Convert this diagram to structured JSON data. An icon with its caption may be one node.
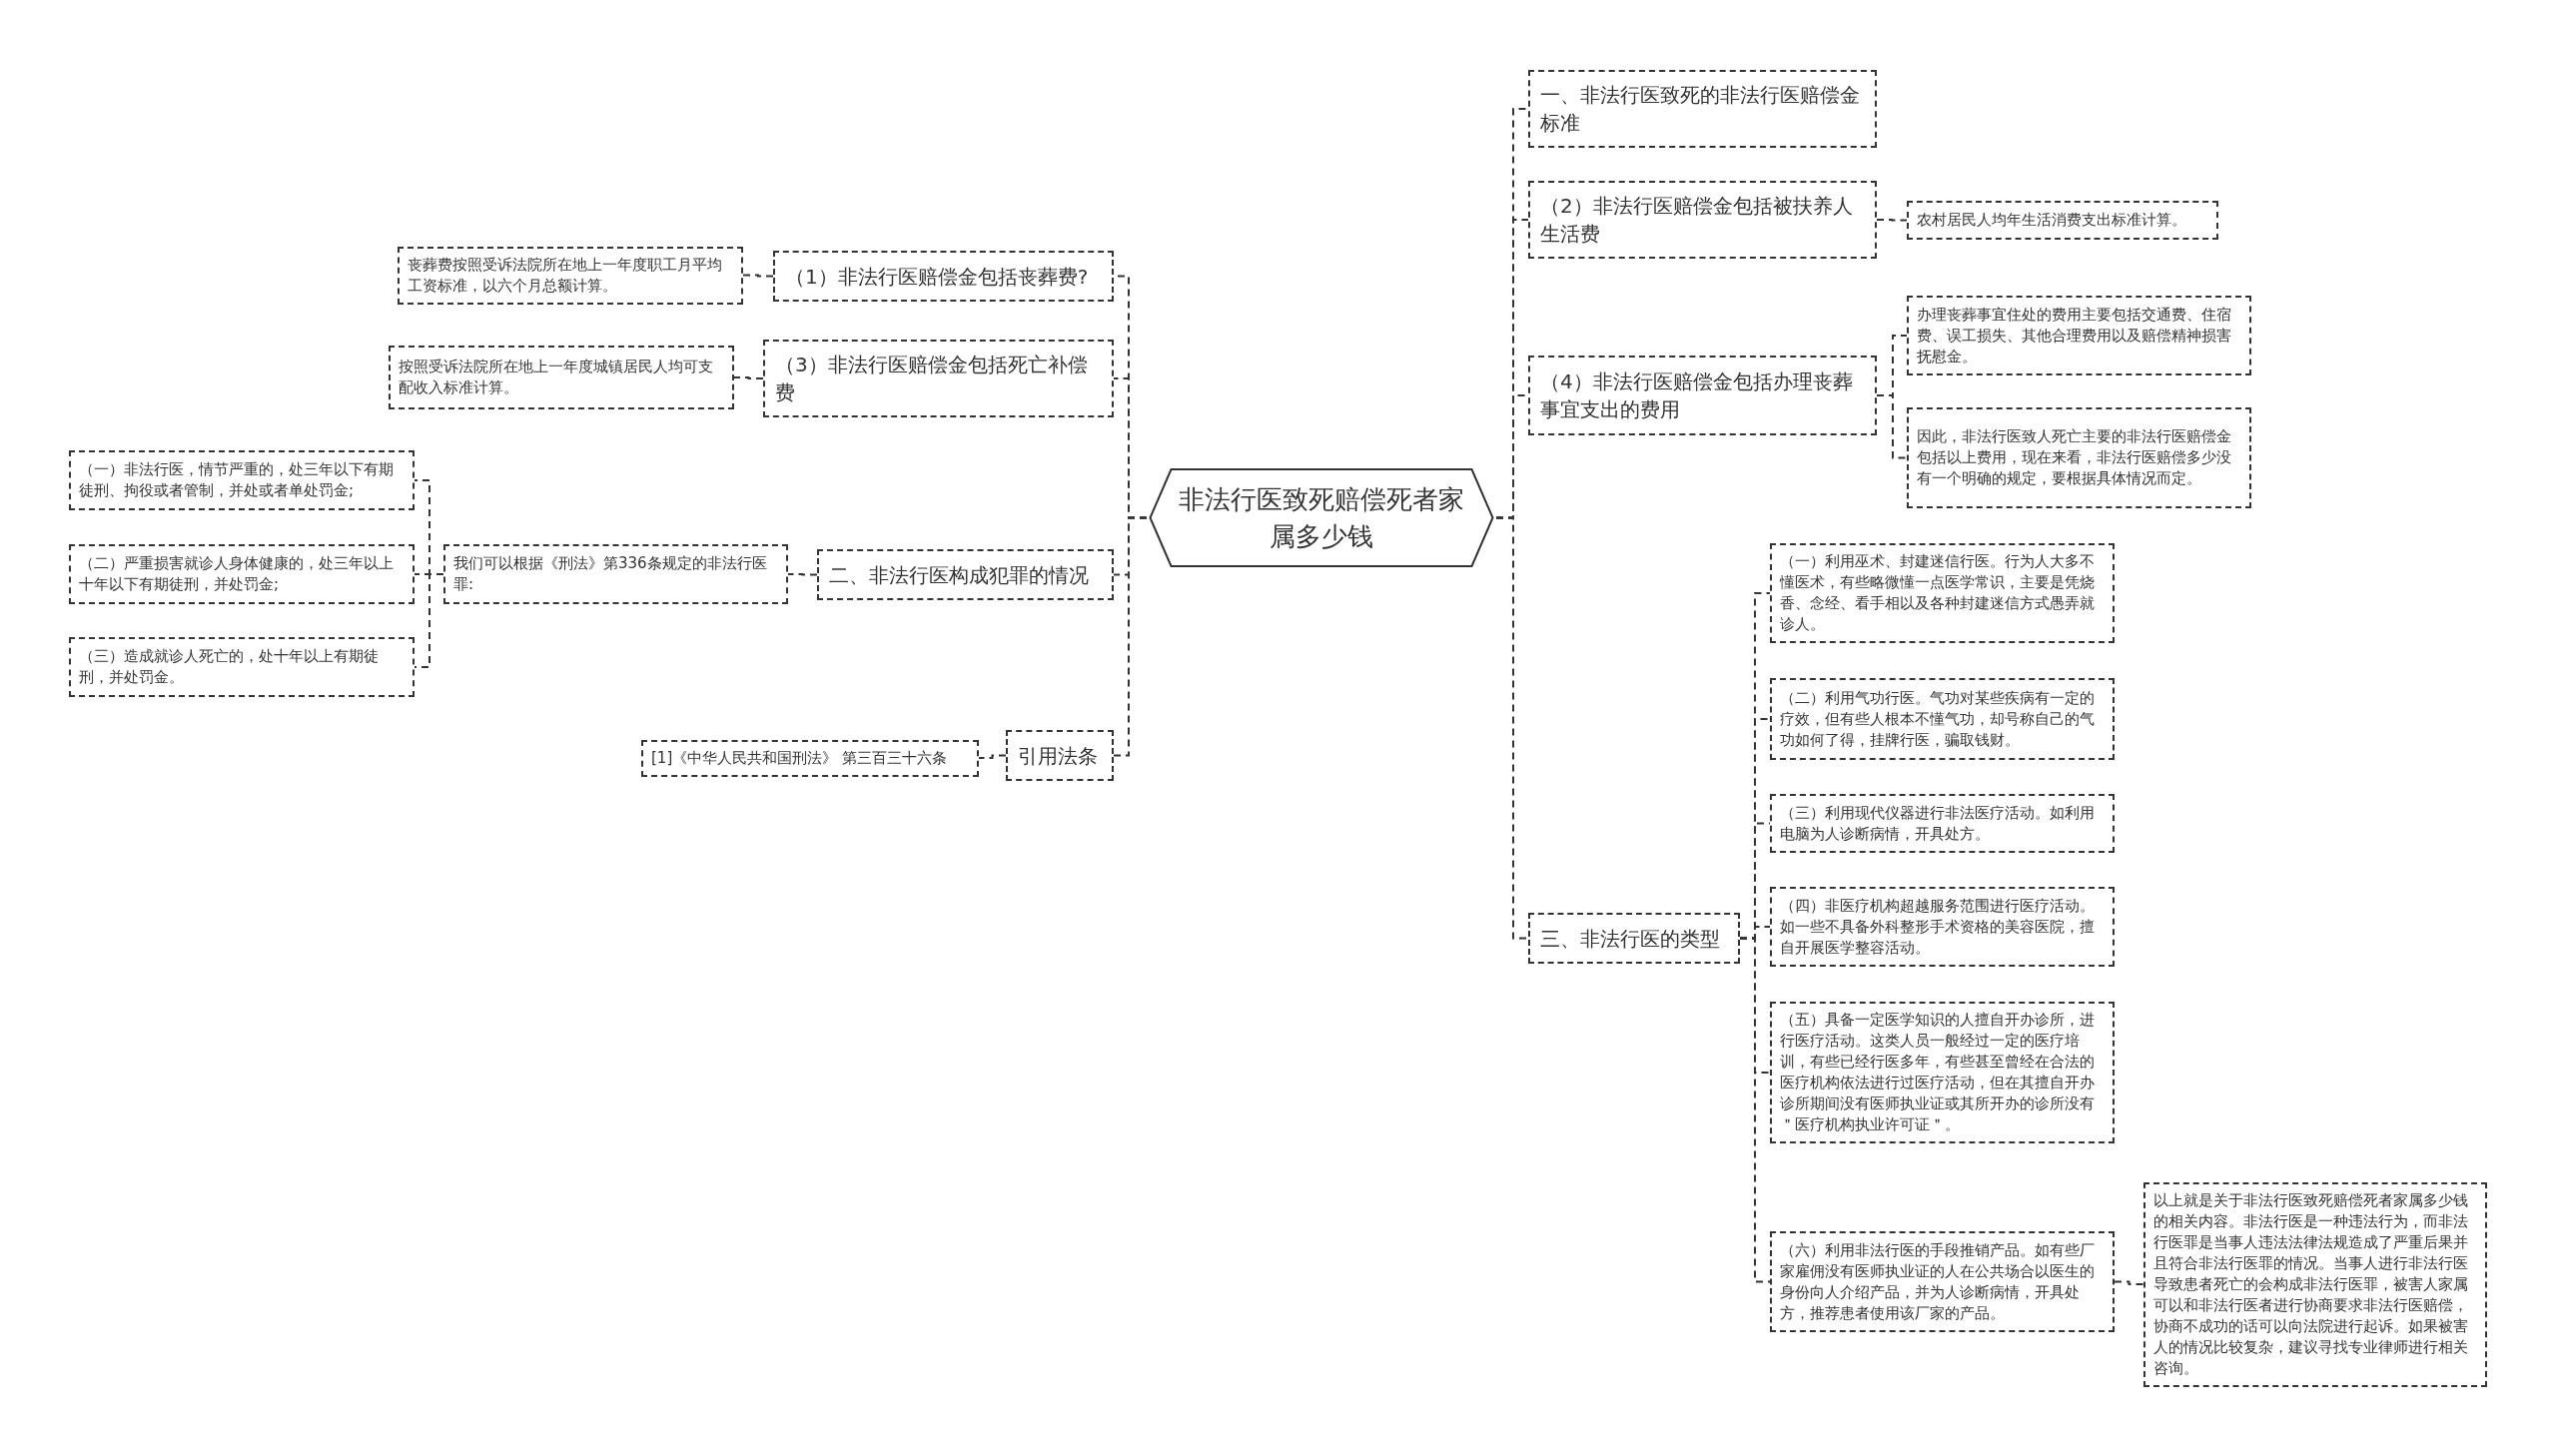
{
  "diagram": {
    "nodes": [
      {
        "text": [
          "非法行医致死赔偿死者家属多少钱"
        ]
      },
      {
        "text": [
          "（1）非法行医赔偿金包括丧葬费?"
        ]
      },
      {
        "text": [
          "丧葬费按照受诉法院所在地上一年度职工月平均工资标准，以六个月总额计算。"
        ]
      },
      {
        "text": [
          "（3）非法行医赔偿金包括死亡补偿费"
        ]
      },
      {
        "text": [
          "按照受诉法院所在地上一年度城镇居民人均可支配收入标准计算。"
        ]
      },
      {
        "text": [
          "二、非法行医构成犯罪的情况"
        ]
      },
      {
        "text": [
          "我们可以根据《刑法》第336条规定的非法行医罪:"
        ]
      },
      {
        "text": [
          "（一）非法行医，情节严重的，处三年以下有期徒刑、拘役或者管制，并处或者单处罚金;"
        ]
      },
      {
        "text": [
          "（二）严重损害就诊人身体健康的，处三年以上十年以下有期徒刑，并处罚金;"
        ]
      },
      {
        "text": [
          "（三）造成就诊人死亡的，处十年以上有期徒刑，并处罚金。"
        ]
      },
      {
        "text": [
          "引用法条"
        ]
      },
      {
        "text": [
          "[1]《中华人民共和国刑法》 第三百三十六条"
        ]
      },
      {
        "text": [
          "一、非法行医致死的非法行医赔偿金标准"
        ]
      },
      {
        "text": [
          "（2）非法行医赔偿金包括被扶养人生活费"
        ]
      },
      {
        "text": [
          "农村居民人均年生活消费支出标准计算。"
        ]
      },
      {
        "text": [
          "（4）非法行医赔偿金包括办理丧葬事宜支出的费用"
        ]
      },
      {
        "text": [
          "办理丧葬事宜住处的费用主要包括交通费、住宿费、误工损失、其他合理费用以及赔偿精神损害抚慰金。"
        ]
      },
      {
        "text": [
          "因此，非法行医致人死亡主要的非法行医赔偿金包括以上费用，现在来看，非法行医赔偿多少没有一个明确的规定，要根据具体情况而定。"
        ]
      },
      {
        "text": [
          "三、非法行医的类型"
        ]
      },
      {
        "text": [
          "（一）利用巫术、封建迷信行医。行为人大多不懂医术，有些略微懂一点医学常识，主要是凭烧香、念经、看手相以及各种封建迷信方式愚弄就诊人。"
        ]
      },
      {
        "text": [
          "（二）利用气功行医。气功对某些疾病有一定的疗效，但有些人根本不懂气功，却号称自己的气功如何了得，挂牌行医，骗取钱财。"
        ]
      },
      {
        "text": [
          "（三）利用现代仪器进行非法医疗活动。如利用电脑为人诊断病情，开具处方。"
        ]
      },
      {
        "text": [
          "（四）非医疗机构超越服务范围进行医疗活动。如一些不具备外科整形手术资格的美容医院，擅自开展医学整容活动。"
        ]
      },
      {
        "text": [
          "（五）具备一定医学知识的人擅自开办诊所，进行医疗活动。这类人员一般经过一定的医疗培训，有些已经行医多年，有些甚至曾经在合法的医疗机构依法进行过医疗活动，但在其擅自开办诊所期间没有医师执业证或其所开办的诊所没有＂医疗机构执业许可证＂。"
        ]
      },
      {
        "text": [
          "（六）利用非法行医的手段推销产品。如有些厂家雇佣没有医师执业证的人在公共场合以医生的身份向人介绍产品，并为人诊断病情，开具处方，推荐患者使用该厂家的产品。"
        ]
      },
      {
        "text": [
          "以上就是关于非法行医致死赔偿死者家属多少钱的相关内容。非法行医是一种违法行为，而非法行医罪是当事人违法法律法规造成了严重后果并且符合非法行医罪的情况。当事人进行非法行医导致患者死亡的会构成非法行医罪，被害人家属可以和非法行医者进行协商要求非法行医赔偿，协商不成功的话可以向法院进行起诉。如果被害人的情况比较复杂，建议寻找专业律师进行相关咨询。"
        ]
      }
    ],
    "edges": [
      {
        "from": 0,
        "to": 1,
        "arrow": "none"
      },
      {
        "from": 1,
        "to": 2,
        "arrow": "none"
      },
      {
        "from": 0,
        "to": 3,
        "arrow": "none"
      },
      {
        "from": 3,
        "to": 4,
        "arrow": "none"
      },
      {
        "from": 0,
        "to": 5,
        "arrow": "none"
      },
      {
        "from": 5,
        "to": 6,
        "arrow": "none"
      },
      {
        "from": 6,
        "to": 7,
        "arrow": "none"
      },
      {
        "from": 6,
        "to": 8,
        "arrow": "none"
      },
      {
        "from": 6,
        "to": 9,
        "arrow": "none"
      },
      {
        "from": 0,
        "to": 10,
        "arrow": "none"
      },
      {
        "from": 10,
        "to": 11,
        "arrow": "none"
      },
      {
        "from": 0,
        "to": 12,
        "arrow": "none"
      },
      {
        "from": 0,
        "to": 13,
        "arrow": "none"
      },
      {
        "from": 13,
        "to": 14,
        "arrow": "none"
      },
      {
        "from": 0,
        "to": 15,
        "arrow": "none"
      },
      {
        "from": 15,
        "to": 16,
        "arrow": "none"
      },
      {
        "from": 15,
        "to": 17,
        "arrow": "none"
      },
      {
        "from": 0,
        "to": 18,
        "arrow": "none"
      },
      {
        "from": 18,
        "to": 19,
        "arrow": "none"
      },
      {
        "from": 18,
        "to": 20,
        "arrow": "none"
      },
      {
        "from": 18,
        "to": 21,
        "arrow": "none"
      },
      {
        "from": 18,
        "to": 22,
        "arrow": "none"
      },
      {
        "from": 18,
        "to": 23,
        "arrow": "none"
      },
      {
        "from": 18,
        "to": 24,
        "arrow": "none"
      },
      {
        "from": 24,
        "to": 25,
        "arrow": "none"
      }
    ]
  }
}
